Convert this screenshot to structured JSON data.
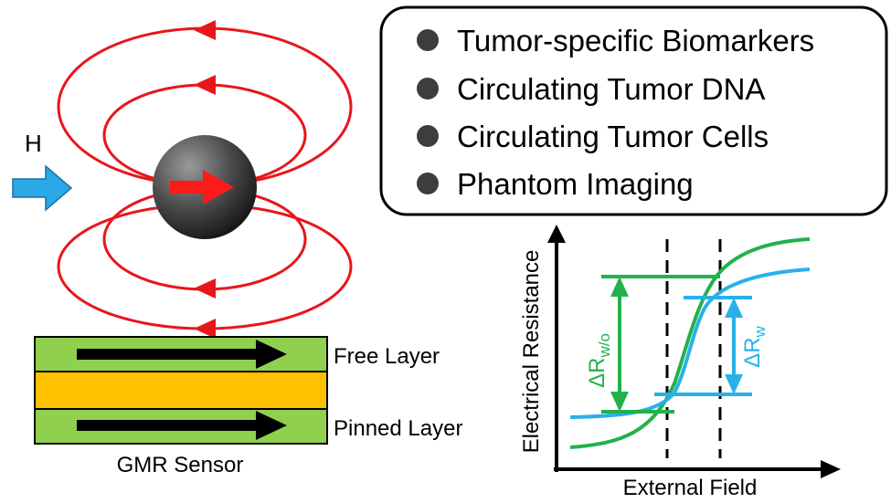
{
  "field_label": "H",
  "biomarker_box": {
    "items": [
      "Tumor-specific Biomarkers",
      "Circulating Tumor DNA",
      "Circulating Tumor Cells",
      "Phantom Imaging"
    ]
  },
  "sensor": {
    "free_layer_label": "Free Layer",
    "pinned_layer_label": "Pinned Layer",
    "caption": "GMR Sensor"
  },
  "response_plot": {
    "ylabel": "Electrical Resistance",
    "xlabel": "External Field",
    "delta_without_label": "ΔR",
    "delta_without_sub": "w/o",
    "delta_with_label": "ΔR",
    "delta_with_sub": "w"
  },
  "colors": {
    "field_lines": "#e8161b",
    "layer_green": "#8fd14f",
    "spacer_orange": "#ffc000",
    "curve_green": "#22b14c",
    "curve_blue": "#29b0e8",
    "field_arrow": "#29a9e6"
  }
}
